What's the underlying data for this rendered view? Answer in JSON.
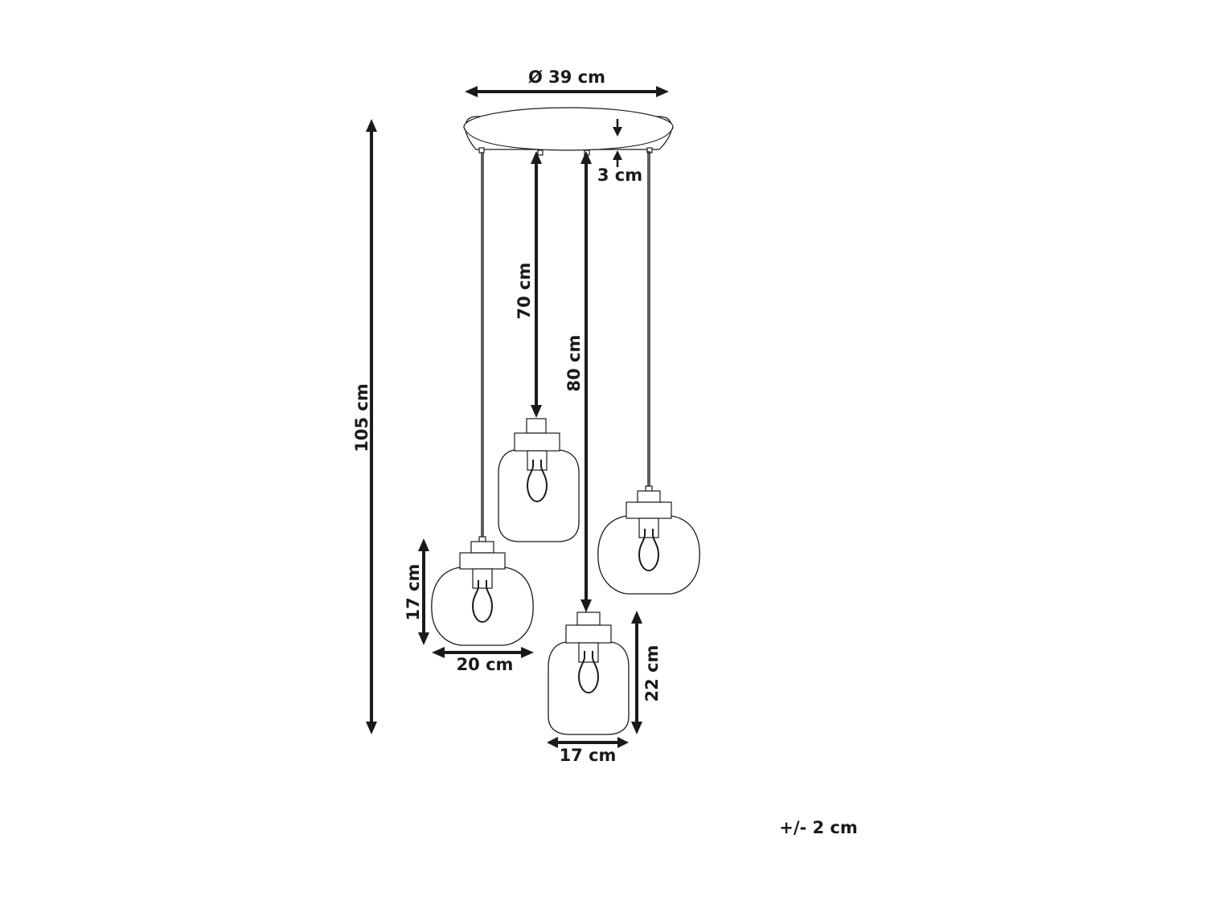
{
  "diagram": {
    "dimensions": {
      "canopy_diameter": "Ø 39 cm",
      "canopy_height": "3 cm",
      "total_height": "105 cm",
      "cable_short": "70 cm",
      "cable_long": "80 cm",
      "globe_height": "17 cm",
      "globe_width": "20 cm",
      "jar_height": "22 cm",
      "jar_width": "17 cm"
    },
    "tolerance": "+/- 2 cm"
  }
}
